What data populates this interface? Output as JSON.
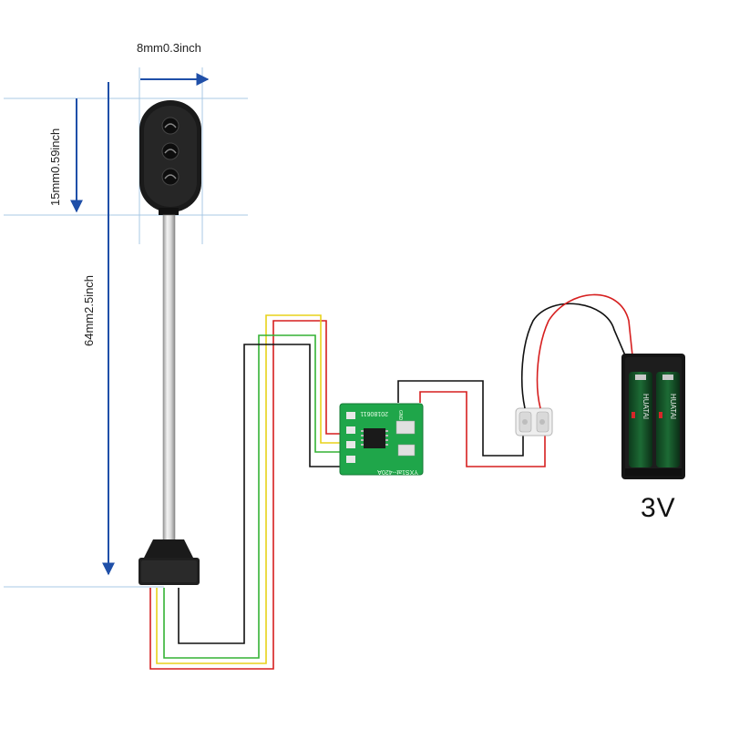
{
  "dimensions": {
    "width_label": "8mm0.3inch",
    "head_height_label": "15mm0.59inch",
    "total_height_label": "64mm2.5inch"
  },
  "battery": {
    "voltage_label": "3V",
    "brand": "HUATAI"
  },
  "board": {
    "date_code": "20180611",
    "model": "YXS1at--420A",
    "pin_label": "GND"
  },
  "colors": {
    "dimension_arrow": "#1f4fa8",
    "guide_line": "#a9c8e6",
    "wire_red": "#d61f1f",
    "wire_green": "#34b234",
    "wire_yellow": "#e8d21a",
    "wire_black": "#111111",
    "pcb_green": "#1fa64a"
  }
}
